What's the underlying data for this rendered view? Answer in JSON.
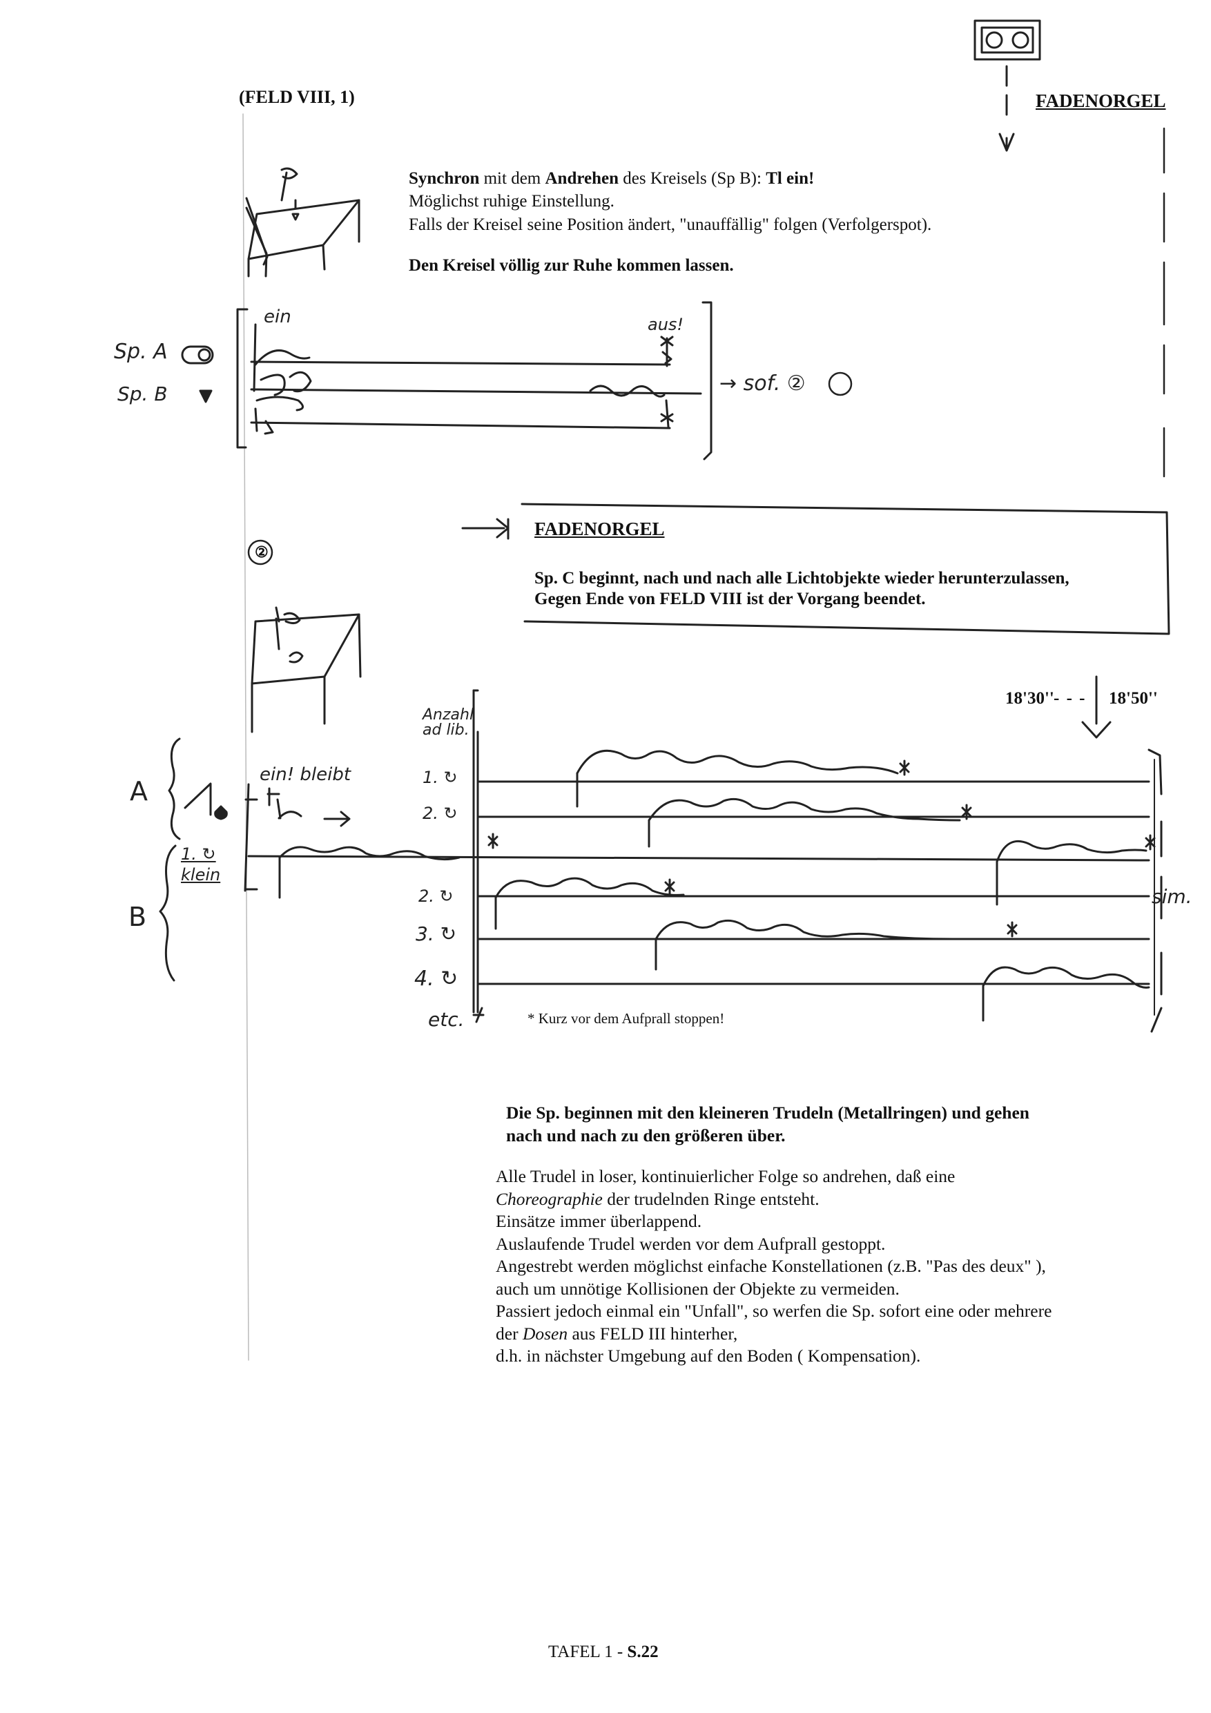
{
  "header": {
    "section_label": "(FELD VIII, 1)",
    "instrument_top": "FADENORGEL"
  },
  "block1": {
    "line1_bold_a": "Synchron",
    "line1_mid_a": " mit dem ",
    "line1_bold_b": "Andrehen",
    "line1_mid_b": " des Kreisels (Sp B): ",
    "line1_bold_c": "Tl ein!",
    "line2": "Möglichst ruhige Einstellung.",
    "line3": "Falls der Kreisel seine Position ändert, \"unauffällig\" folgen (Verfolgerspot).",
    "line4": "Den Kreisel völlig zur Ruhe kommen lassen."
  },
  "staff1": {
    "player_a": "Sp. A",
    "player_b": "Sp. B",
    "ein": "ein",
    "aus": "aus!",
    "arrow_text": "→ sof. ②"
  },
  "cue2": {
    "marker": "②",
    "box_title": "FADENORGEL",
    "box_line1": "Sp. C beginnt,  nach und nach alle Lichtobjekte wieder herunterzulassen,",
    "box_line2": "Gegen Ende von FELD VIII ist der Vorgang beendet."
  },
  "staff2": {
    "time_from": "18'30''",
    "time_to": "18'50''",
    "anzahl": "Anzahl ad lib.",
    "group_a": "A",
    "group_b": "B",
    "ein_bleibt": "ein! bleibt",
    "b1_label": "1. ↻ klein",
    "row_a1": "1.",
    "row_a2": "2.",
    "row_b2": "2.",
    "row_b3": "3.",
    "row_b4": "4.",
    "etc": "etc.",
    "sim": "sim.",
    "footnote": "* Kurz vor dem Aufprall stoppen!"
  },
  "instructions": {
    "lead_line1": "Die Sp. beginnen mit den kleineren Trudeln (Metallringen) und gehen",
    "lead_line2": "nach und nach zu den größeren über.",
    "p1a": "Alle Trudel in loser, kontinuierlicher Folge so andrehen, daß eine",
    "p1b_italic": "Choreographie",
    "p1b_rest": "  der trudelnden Ringe entsteht.",
    "p2": "Einsätze immer überlappend.",
    "p3": "Auslaufende Trudel werden vor dem Aufprall gestoppt.",
    "p4": "Angestrebt werden möglichst einfache Konstellationen (z.B. \"Pas des deux\" ),",
    "p5": "auch um unnötige Kollisionen der Objekte zu vermeiden.",
    "p6": "Passiert jedoch einmal ein \"Unfall\", so werfen die Sp. sofort eine oder mehrere",
    "p7a": "der ",
    "p7b_italic": "Dosen",
    "p7c": "  aus FELD III  hinterher,",
    "p8": "d.h. in nächster Umgebung auf den Boden ( Kompensation)."
  },
  "footer": {
    "page_label": "TAFEL 1 - ",
    "page_number": "S.22"
  }
}
